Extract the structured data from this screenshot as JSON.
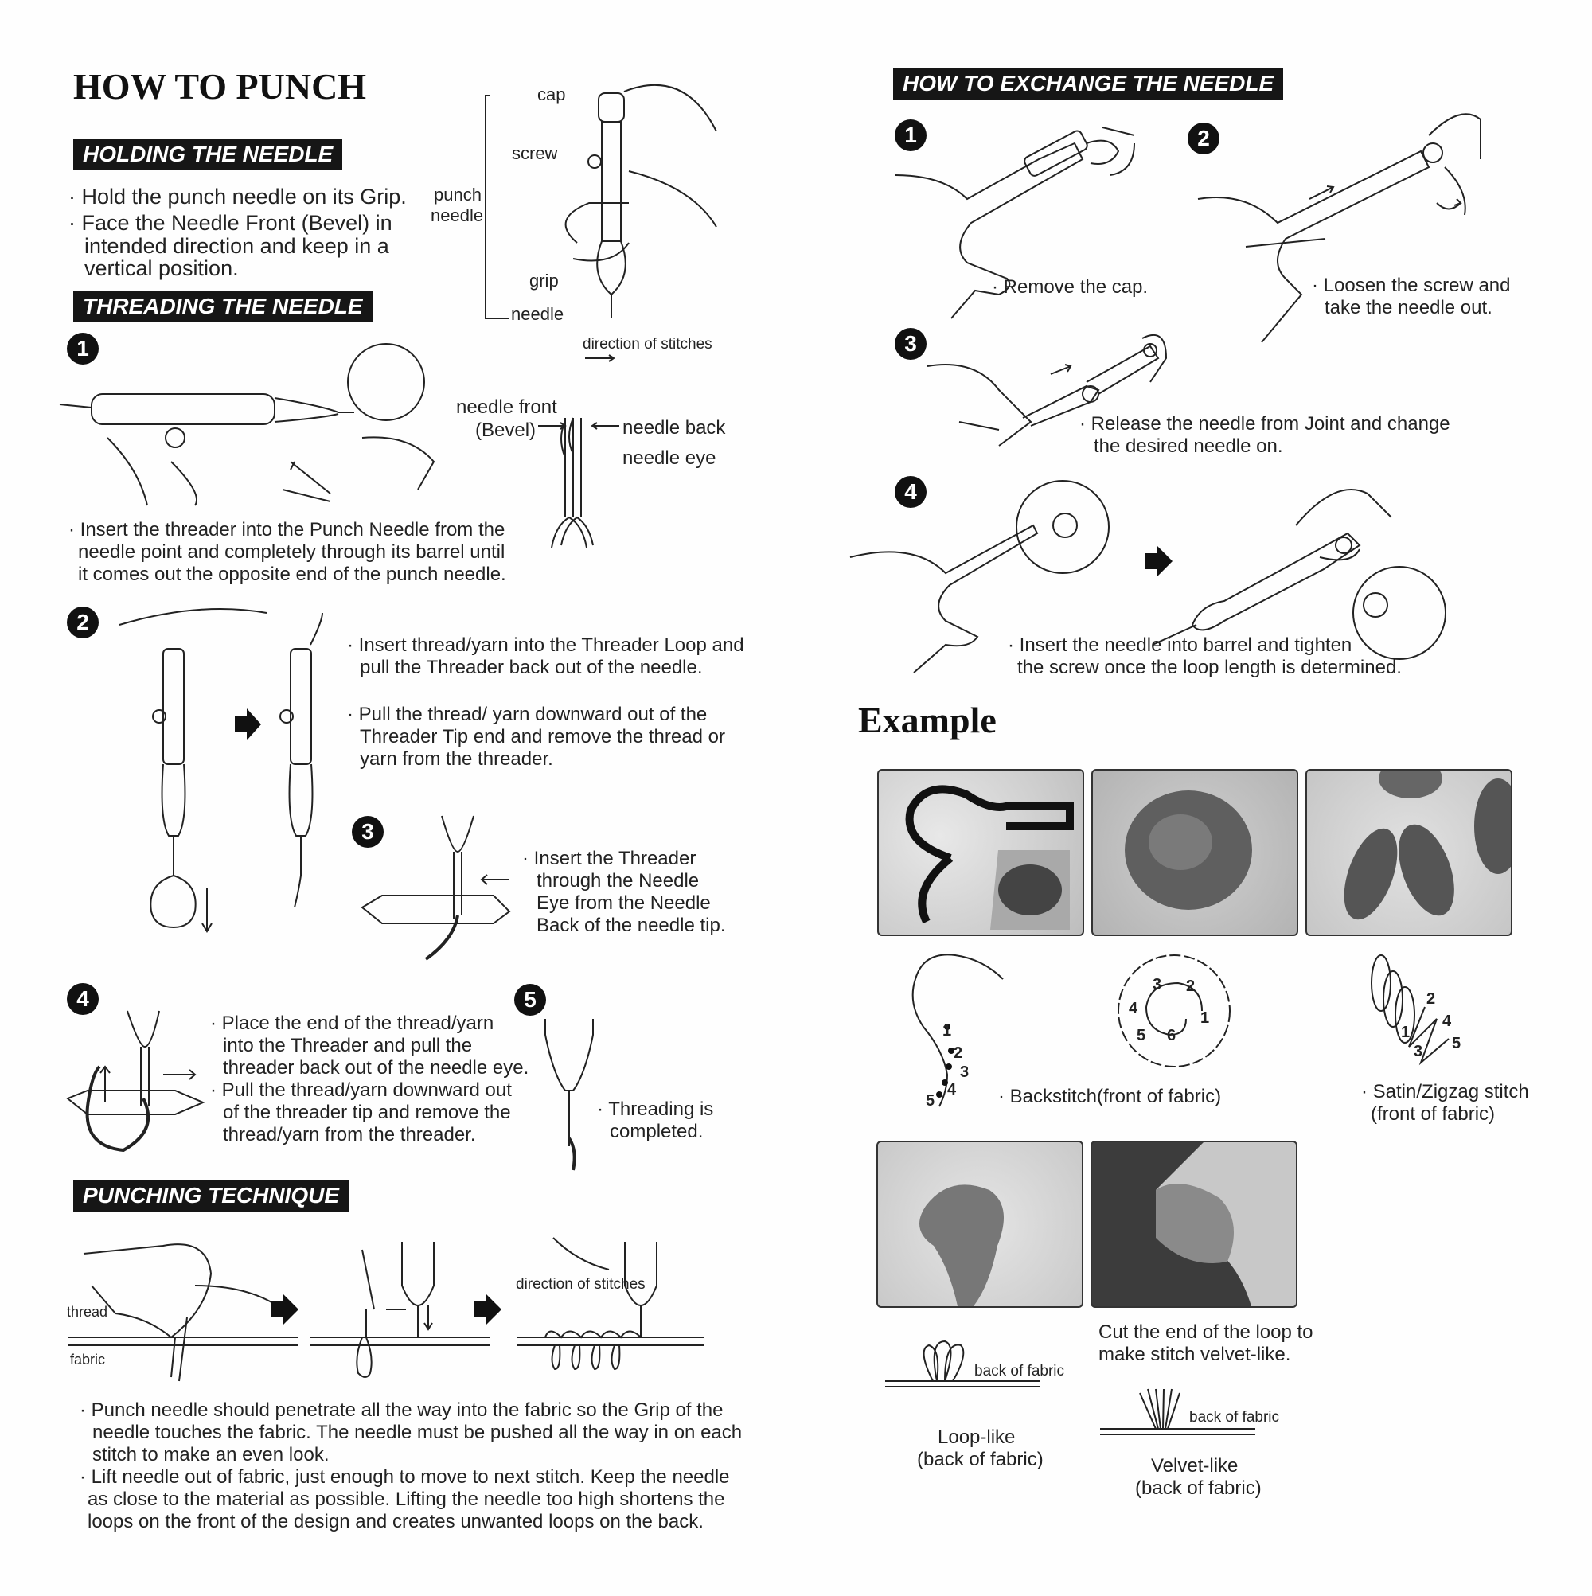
{
  "left": {
    "title": "HOW TO PUNCH",
    "holding": {
      "heading": "HOLDING THE NEEDLE",
      "bullets": [
        "· Hold the punch needle on its Grip.",
        "· Face the Needle Front (Bevel) in",
        "intended direction and keep in a",
        "vertical position."
      ]
    },
    "needle_diagram": {
      "cap": "cap",
      "screw": "screw",
      "punch": "punch",
      "needle_word": "needle",
      "grip": "grip",
      "needle": "needle",
      "direction": "direction of stitches"
    },
    "bevel_diagram": {
      "front": "needle front",
      "bevel": "(Bevel)",
      "back": "needle back",
      "eye": "needle eye"
    },
    "threading": {
      "heading": "THREADING THE NEEDLE",
      "step1_num": "1",
      "step1": [
        "· Insert the threader into the Punch Needle from the",
        "needle point and completely through its barrel until",
        "it comes out the opposite end of the punch needle."
      ],
      "step2_num": "2",
      "step2a": [
        "·  Insert thread/yarn into the Threader Loop and",
        "pull the Threader back out of the needle."
      ],
      "step2b": [
        "·  Pull the thread/ yarn downward out  of the",
        "Threader Tip end and remove  the thread or",
        "yarn from the threader."
      ],
      "step3_num": "3",
      "step3": [
        "· Insert the Threader",
        "through the Needle",
        "Eye from the Needle",
        "Back of the needle tip."
      ],
      "step4_num": "4",
      "step4": [
        "· Place the end of the thread/yarn",
        "into the Threader and pull the",
        "threader back out of the needle eye.",
        "· Pull the thread/yarn downward out",
        "of the threader tip and remove the",
        "thread/yarn from the threader."
      ],
      "step5_num": "5",
      "step5": [
        "· Threading is",
        "completed."
      ]
    },
    "punching": {
      "heading": "PUNCHING TECHNIQUE",
      "thread": "thread",
      "fabric": "fabric",
      "direction": "direction of stitches",
      "bullets": [
        "· Punch needle should penetrate all the way into the fabric so the Grip of the",
        "needle touches the fabric. The needle must be pushed all the way in on each",
        "stitch to make an even look.",
        "· Lift needle out of fabric, just enough to move to next stitch. Keep the needle",
        "as close to the material as possible. Lifting the needle too high shortens the",
        "loops on the front of the design and creates unwanted loops on the back."
      ]
    }
  },
  "right": {
    "exchange": {
      "heading": "HOW TO EXCHANGE THE NEEDLE",
      "step1_num": "1",
      "step1": "· Remove the cap.",
      "step2_num": "2",
      "step2": [
        "· Loosen the screw and",
        "take the needle out."
      ],
      "step3_num": "3",
      "step3": [
        "· Release the needle from Joint and change",
        "the desired needle on."
      ],
      "step4_num": "4",
      "step4": [
        "· Insert the needle into barrel and tighten",
        "the screw once the loop length is determined."
      ]
    },
    "example": {
      "title": "Example",
      "backstitch": "· Backstitch(front of fabric)",
      "backstitch_nums": [
        "1",
        "2",
        "3",
        "4",
        "5"
      ],
      "spiral_nums": [
        "1",
        "2",
        "3",
        "4",
        "5",
        "6"
      ],
      "satin_nums": [
        "1",
        "2",
        "3",
        "4",
        "5"
      ],
      "satin": [
        "· Satin/Zigzag stitch",
        "(front of fabric)"
      ],
      "cut": [
        "Cut the end of the loop to",
        "make stitch velvet-like."
      ],
      "back_of_fabric_1": "back of fabric",
      "back_of_fabric_2": "back of fabric",
      "loop": [
        "Loop-like",
        "(back of fabric)"
      ],
      "velvet": [
        "Velvet-like",
        "(back of fabric)"
      ]
    }
  }
}
